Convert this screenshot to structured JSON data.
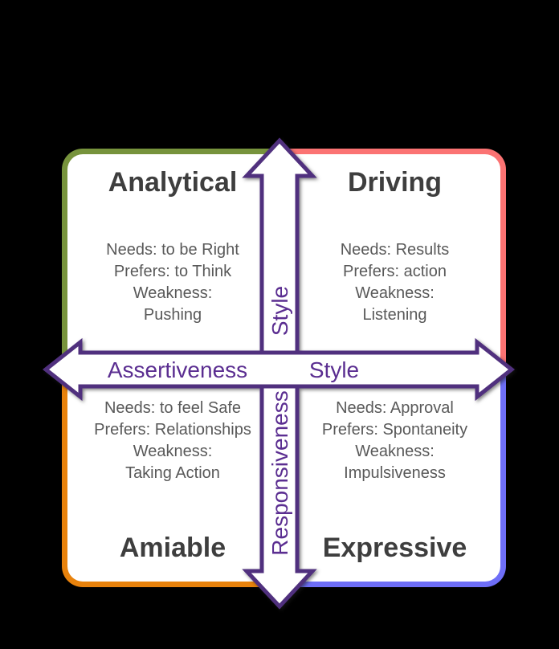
{
  "background": "#000000",
  "quadrants": [
    {
      "title": "Analytical",
      "border_color": "#77933c",
      "lines": [
        "Needs: to be Right",
        "Prefers: to Think",
        "Weakness:",
        "Pushing"
      ]
    },
    {
      "title": "Driving",
      "border_color": "#fb7373",
      "lines": [
        "Needs: Results",
        "Prefers: action",
        "Weakness:",
        "Listening"
      ]
    },
    {
      "title": "Amiable",
      "border_color": "#e8820c",
      "lines": [
        "Needs: to feel Safe",
        "Prefers: Relationships",
        "Weakness:",
        "Taking Action"
      ]
    },
    {
      "title": "Expressive",
      "border_color": "#6e6ef7",
      "lines": [
        "Needs: Approval",
        "Prefers: Spontaneity",
        "Weakness:",
        "Impulsiveness"
      ]
    }
  ],
  "axes": {
    "horizontal": {
      "label_left": "Assertiveness",
      "label_right": "Style"
    },
    "vertical": {
      "label_top": "Style",
      "label_bottom": "Responsiveness"
    },
    "arrow_fill": "#ffffff",
    "arrow_stroke": "#50307e",
    "label_color": "#5b2e91"
  },
  "text_colors": {
    "title": "#3e3e3e",
    "body": "#595959"
  }
}
